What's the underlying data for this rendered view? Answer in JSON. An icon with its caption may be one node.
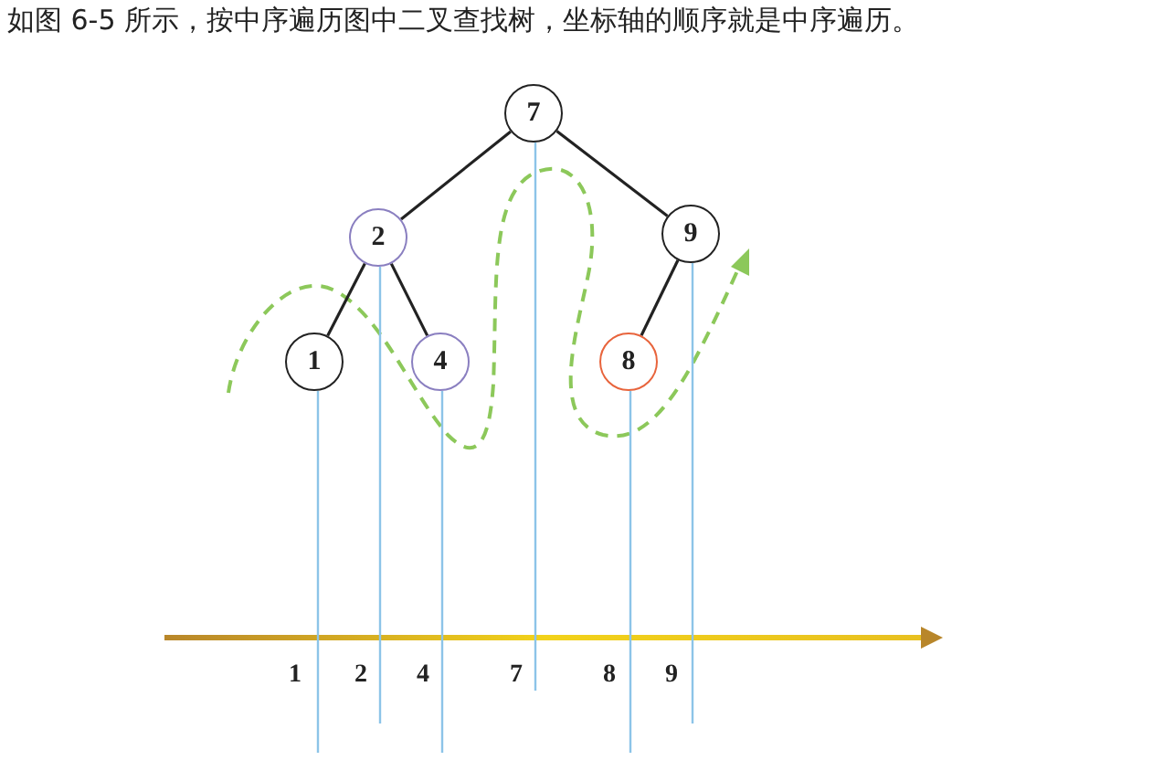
{
  "diagram": {
    "title": "如图 6-5 所示，按中序遍历图中二叉查找树，坐标轴的顺序就是中序遍历。",
    "nodes": [
      {
        "text": [
          "7"
        ]
      },
      {
        "text": [
          "2"
        ]
      },
      {
        "text": [
          "9"
        ]
      },
      {
        "text": [
          "1"
        ]
      },
      {
        "text": [
          "4"
        ]
      },
      {
        "text": [
          "8"
        ]
      }
    ],
    "edges": [
      {
        "from": 0,
        "to": 1,
        "arrow": "none",
        "color": "#222222"
      },
      {
        "from": 0,
        "to": 2,
        "arrow": "none",
        "color": "#222222"
      },
      {
        "from": 1,
        "to": 3,
        "arrow": "none",
        "color": "#222222"
      },
      {
        "from": 1,
        "to": 4,
        "arrow": "none",
        "color": "#222222"
      },
      {
        "from": 2,
        "to": 5,
        "arrow": "none",
        "color": "#222222"
      },
      {
        "from": 3,
        "to": null,
        "arrow": "none"
      },
      {
        "from": 1,
        "to": null,
        "arrow": "none"
      },
      {
        "from": 4,
        "to": null,
        "arrow": "none"
      },
      {
        "from": 0,
        "to": null,
        "arrow": "none"
      },
      {
        "from": 5,
        "to": null,
        "arrow": "none"
      },
      {
        "from": 2,
        "to": null,
        "arrow": "none"
      }
    ],
    "labels": [
      "1",
      "2",
      "4",
      "7",
      "8",
      "9"
    ]
  }
}
